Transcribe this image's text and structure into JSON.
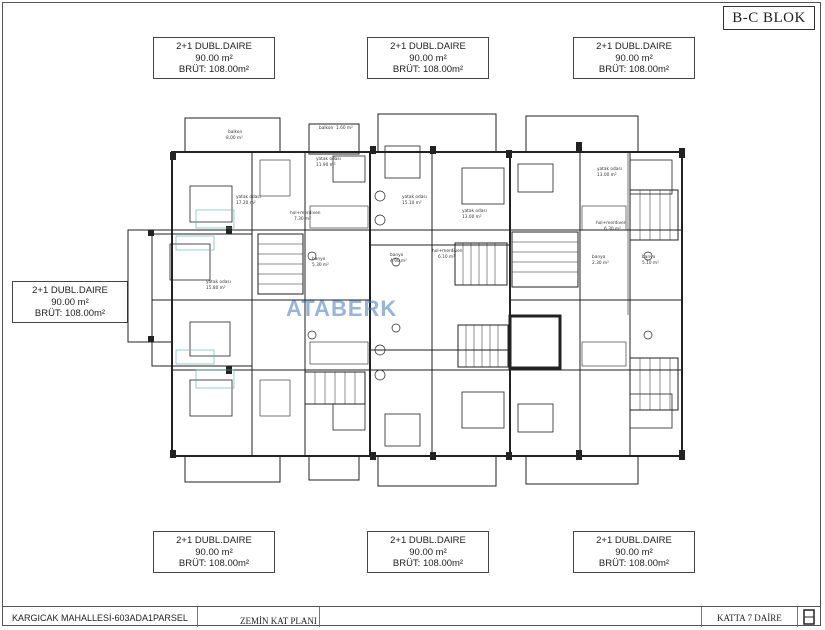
{
  "block_label": "B-C BLOK",
  "unit_boxes": [
    {
      "l1": "2+1 DUBL.DAIRE",
      "l2": "90.00 m²",
      "l3": "BRÜT: 108.00m²"
    },
    {
      "l1": "2+1 DUBL.DAIRE",
      "l2": "90.00 m²",
      "l3": "BRÜT: 108.00m²"
    },
    {
      "l1": "2+1 DUBL.DAIRE",
      "l2": "90.00 m²",
      "l3": "BRÜT: 108.00m²"
    },
    {
      "l1": "2+1 DUBL.DAIRE",
      "l2": "90.00 m²",
      "l3": "BRÜT: 108.00m²"
    },
    {
      "l1": "2+1 DUBL.DAIRE",
      "l2": "90.00 m²",
      "l3": "BRÜT: 108.00m²"
    },
    {
      "l1": "2+1 DUBL.DAIRE",
      "l2": "90.00 m²",
      "l3": "BRÜT: 108.00m²"
    },
    {
      "l1": "2+1 DUBL.DAIRE",
      "l2": "90.00 m²",
      "l3": "BRÜT: 108.00m²"
    }
  ],
  "watermark": "ATABERK",
  "footer": {
    "parcel": "KARGICAK MAHALLESİ-603ADA1PARSEL",
    "plan_title": "ZEMİN KAT PLANI",
    "floor_info": "KATTA 7 DAİRE"
  },
  "room_labels": [
    {
      "name": "balkon",
      "area": "8.00 m²"
    },
    {
      "name": "yatak odası",
      "area": "17.20 m²"
    },
    {
      "name": "yatak odası",
      "area": "11.90 m²"
    },
    {
      "name": "hol+merdiven",
      "area": "7.30 m²"
    },
    {
      "name": "banyo",
      "area": "5.30 m²"
    },
    {
      "name": "yatak odası",
      "area": "15.10 m²"
    },
    {
      "name": "yatak odası",
      "area": "13.00 m²"
    },
    {
      "name": "hol+merdiven",
      "area": "6.10 m²"
    },
    {
      "name": "banyo",
      "area": "4.90 m²"
    },
    {
      "name": "yatak odası",
      "area": "15.80 m²"
    },
    {
      "name": "balkon",
      "area": "1.60 m²"
    },
    {
      "name": "banyo",
      "area": "5.10 m²"
    },
    {
      "name": "hol+merdiven",
      "area": "6.30 m²"
    },
    {
      "name": "yatak odası",
      "area": "13.00 m²"
    },
    {
      "name": "banyo",
      "area": "2.30 m²"
    }
  ]
}
